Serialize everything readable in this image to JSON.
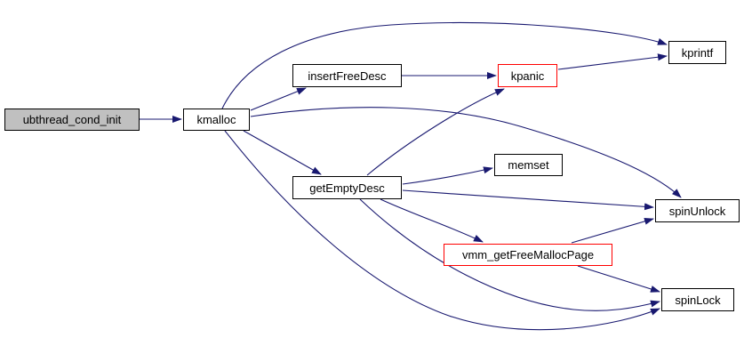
{
  "diagram": {
    "type": "call-graph",
    "background": "#ffffff",
    "colors": {
      "edge": "#191970",
      "node_border": "#000000",
      "highlight_border": "#ff0000",
      "focus_fill": "#c0c0c0",
      "node_fill": "#ffffff",
      "text": "#000000"
    },
    "nodes": {
      "ubthread_cond_init": {
        "label": "ubthread_cond_init",
        "style": "focus"
      },
      "kmalloc": {
        "label": "kmalloc",
        "style": "normal"
      },
      "insertFreeDesc": {
        "label": "insertFreeDesc",
        "style": "normal"
      },
      "kpanic": {
        "label": "kpanic",
        "style": "highlight"
      },
      "kprintf": {
        "label": "kprintf",
        "style": "normal"
      },
      "memset": {
        "label": "memset",
        "style": "normal"
      },
      "getEmptyDesc": {
        "label": "getEmptyDesc",
        "style": "normal"
      },
      "spinUnlock": {
        "label": "spinUnlock",
        "style": "normal"
      },
      "vmm_getFreeMallocPage": {
        "label": "vmm_getFreeMallocPage",
        "style": "highlight"
      },
      "spinLock": {
        "label": "spinLock",
        "style": "normal"
      }
    },
    "edges": [
      {
        "from": "ubthread_cond_init",
        "to": "kmalloc"
      },
      {
        "from": "kmalloc",
        "to": "kprintf"
      },
      {
        "from": "kmalloc",
        "to": "insertFreeDesc"
      },
      {
        "from": "kmalloc",
        "to": "getEmptyDesc"
      },
      {
        "from": "kmalloc",
        "to": "spinUnlock"
      },
      {
        "from": "kmalloc",
        "to": "spinLock"
      },
      {
        "from": "insertFreeDesc",
        "to": "kpanic"
      },
      {
        "from": "kpanic",
        "to": "kprintf"
      },
      {
        "from": "getEmptyDesc",
        "to": "kpanic"
      },
      {
        "from": "getEmptyDesc",
        "to": "memset"
      },
      {
        "from": "getEmptyDesc",
        "to": "spinUnlock"
      },
      {
        "from": "getEmptyDesc",
        "to": "vmm_getFreeMallocPage"
      },
      {
        "from": "getEmptyDesc",
        "to": "spinLock"
      },
      {
        "from": "vmm_getFreeMallocPage",
        "to": "spinUnlock"
      },
      {
        "from": "vmm_getFreeMallocPage",
        "to": "spinLock"
      }
    ]
  }
}
